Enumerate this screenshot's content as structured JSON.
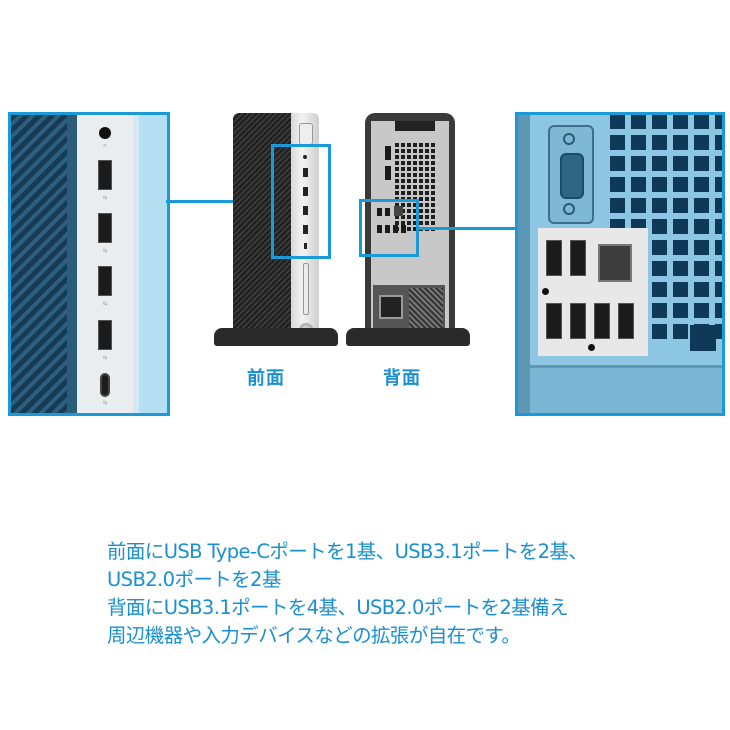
{
  "image": {
    "front_zoom_panel": {
      "ports": [
        "audio-jack",
        "usb-a",
        "usb-a",
        "usb-a",
        "usb-a",
        "usb-c"
      ]
    },
    "back_zoom_panel": {
      "ports": [
        "vga",
        "usb-a",
        "usb-a",
        "rj45-lan",
        "usb-a",
        "usb-a",
        "usb-a",
        "usb-a"
      ]
    },
    "captions": {
      "front": "前面",
      "back": "背面"
    },
    "accent_color": "#1a9ad9",
    "text_color": "#1a8fd1"
  },
  "description": {
    "lines": [
      "前面にUSB Type-Cポートを1基、USB3.1ポートを2基、",
      "USB2.0ポートを2基",
      "背面にUSB3.1ポートを4基、USB2.0ポートを2基備え",
      "周辺機器や入力デバイスなどの拡張が自在です。"
    ]
  }
}
